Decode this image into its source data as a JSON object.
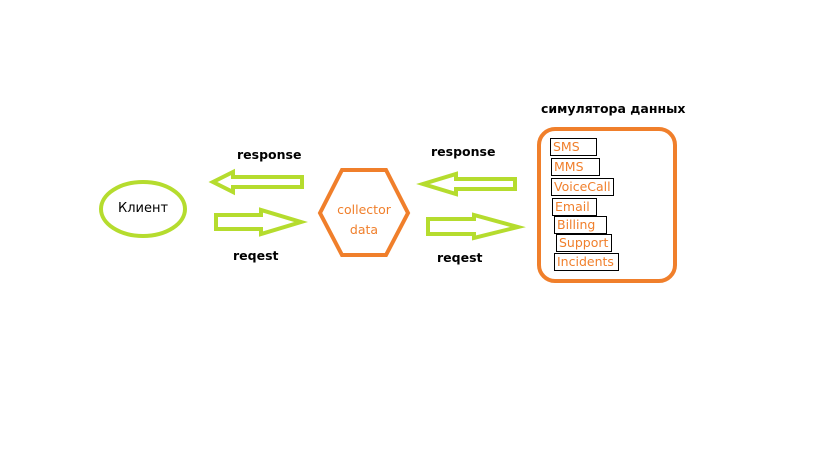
{
  "client": {
    "label": "Клиент"
  },
  "collector": {
    "line1": "collector",
    "line2": "data"
  },
  "arrows_left": {
    "response_label": "response",
    "request_label": "reqest"
  },
  "arrows_right": {
    "response_label": "response",
    "request_label": "reqest"
  },
  "simulator": {
    "title": "симулятора данных",
    "items": [
      "SMS",
      "MMS",
      "VoiceCall",
      "Email",
      "Billing",
      "Support",
      "Incidents"
    ]
  },
  "colors": {
    "arrow_green": "#b5dc2e",
    "client_green": "#b5dc2e",
    "collector_orange": "#f07f2b",
    "simulator_orange": "#f07f2b",
    "item_text_orange": "#f07f2b",
    "item_border": "#000000"
  }
}
